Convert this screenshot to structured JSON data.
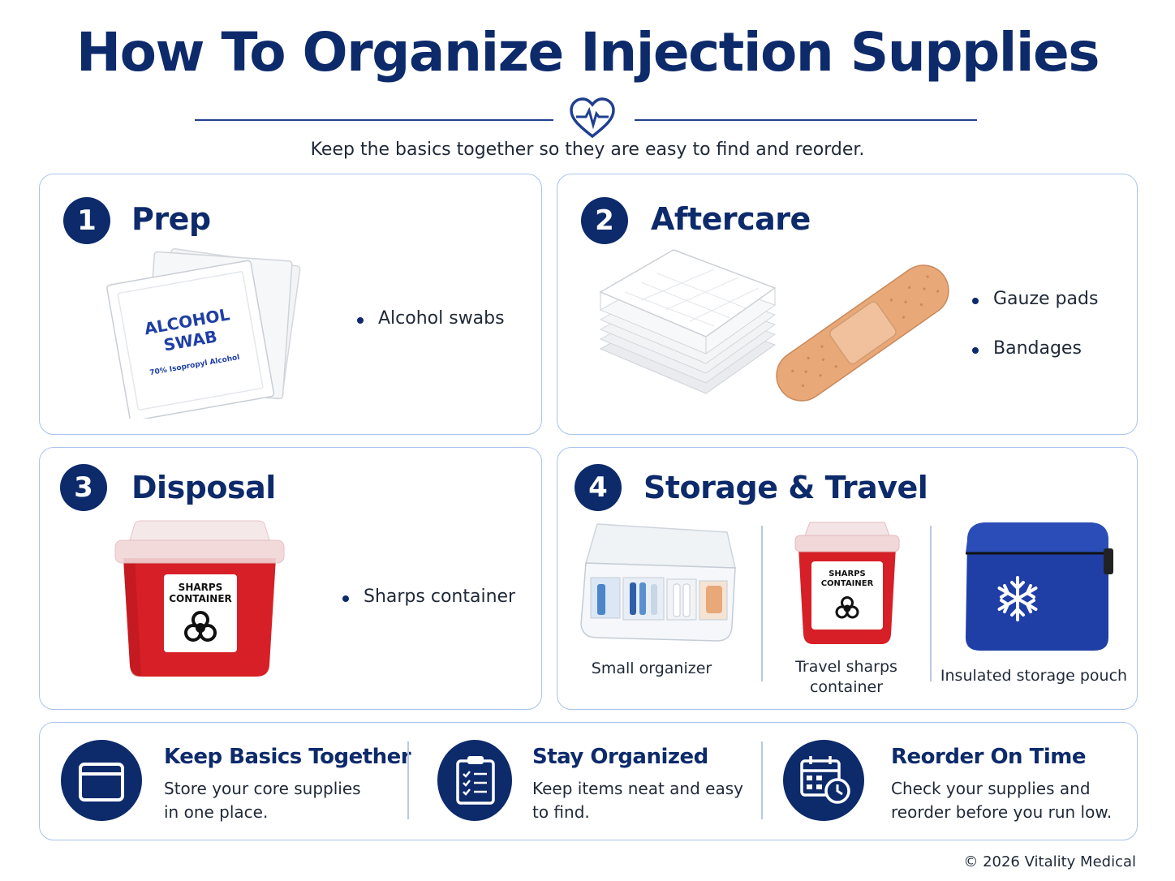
{
  "header": {
    "title": "How To Organize Injection Supplies",
    "subtitle": "Keep the basics together so they are easy to find and reorder."
  },
  "sections": [
    {
      "number": "1",
      "title": "Prep",
      "items": [
        "Alcohol swabs"
      ],
      "image_labels": {
        "swab_line1": "ALCOHOL",
        "swab_line2": "SWAB",
        "swab_sub": "70% Isopropyl Alcohol"
      }
    },
    {
      "number": "2",
      "title": "Aftercare",
      "items": [
        "Gauze pads",
        "Bandages"
      ]
    },
    {
      "number": "3",
      "title": "Disposal",
      "items": [
        "Sharps container"
      ],
      "image_labels": {
        "line1": "SHARPS",
        "line2": "CONTAINER"
      }
    },
    {
      "number": "4",
      "title": "Storage & Travel",
      "captions": [
        "Small organizer",
        "Travel sharps",
        "container",
        "Insulated storage pouch"
      ],
      "image_labels": {
        "line1": "SHARPS",
        "line2": "CONTAINER"
      }
    }
  ],
  "tips": [
    {
      "title": "Keep Basics Together",
      "text": "Store your core supplies in one place.",
      "icon": "box-icon"
    },
    {
      "title": "Stay Organized",
      "text": "Keep items neat and easy to find.",
      "icon": "clipboard-checklist-icon"
    },
    {
      "title": "Reorder On Time",
      "text": "Check your supplies and reorder before you run low.",
      "icon": "calendar-clock-icon"
    }
  ],
  "footer": {
    "copyright": "© 2026 Vitality Medical"
  },
  "colors": {
    "navy": "#0d2a6b",
    "border": "#a9c3ec",
    "sharps_red": "#d61f26",
    "pouch_blue": "#1f3fa6",
    "bandage": "#e8a878"
  }
}
